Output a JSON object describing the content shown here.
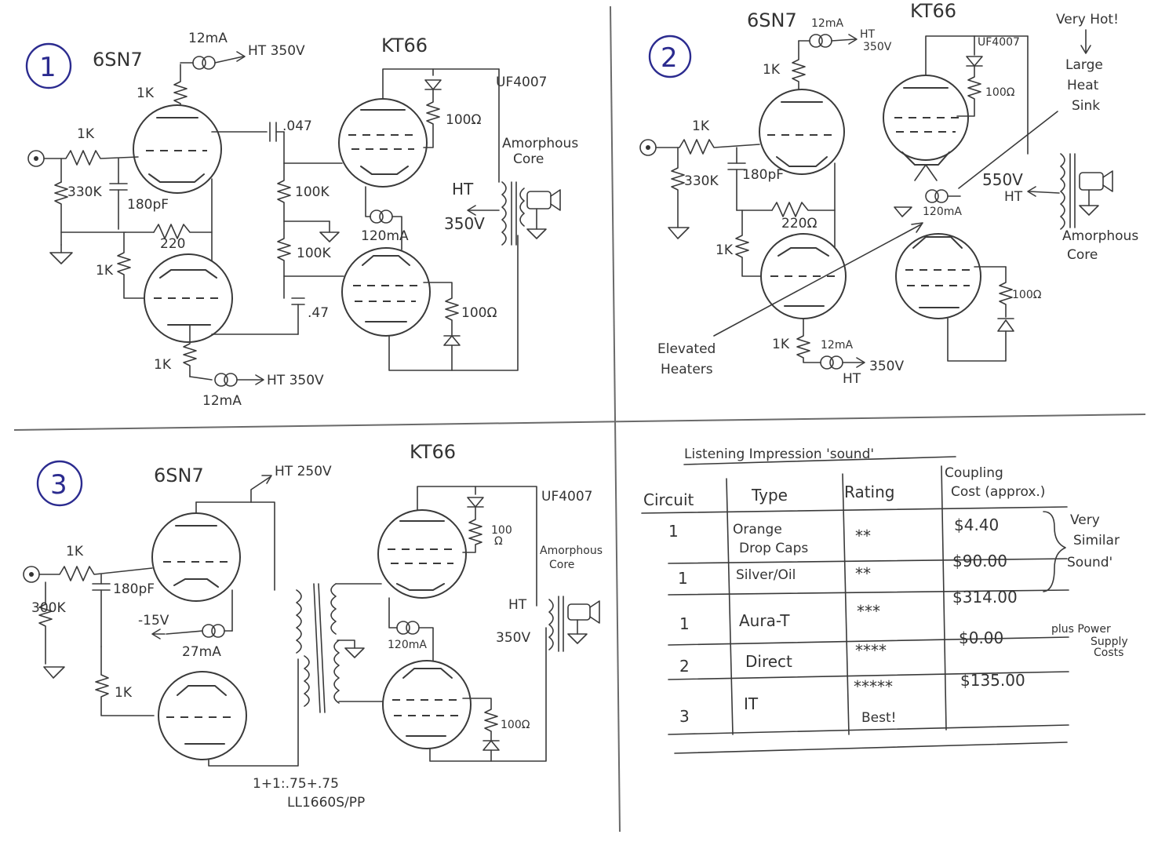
{
  "sections": {
    "c1": {
      "number": "1",
      "driver_tube": "6SN7",
      "output_tube": "KT66",
      "ccs_current_top": "12mA",
      "ht_top": "HT 350V",
      "r_input": "1K",
      "r_grid_leak": "330K",
      "c_input": "180pF",
      "r_anode": "1K",
      "r_feedback": "220",
      "r_lower_grid": "1K",
      "r_cathode": "1K",
      "ccs_current_bottom": "12mA",
      "ht_bottom": "HT 350V",
      "c_coupling_top": ".047",
      "c_coupling_bottom": ".47",
      "r_grid_top": "100K",
      "r_grid_bottom": "100K",
      "ccs_output": "120mA",
      "diode": "UF4007",
      "r_plate": "100Ω",
      "r_cathode_out": "100Ω",
      "ht_output_label": "HT",
      "ht_output_volts": "350V",
      "transformer_line1": "Amorphous",
      "transformer_line2": "Core"
    },
    "c2": {
      "number": "2",
      "driver_tube": "6SN7",
      "output_tube": "KT66",
      "ccs_current_top": "12mA",
      "ht_top_line1": "HT",
      "ht_top_line2": "350V",
      "r_anode": "1K",
      "r_input": "1K",
      "r_grid_leak": "330K",
      "c_input": "180pF",
      "r_feedback": "220Ω",
      "r_lower_grid": "1K",
      "r_cathode": "1K",
      "ccs_current_bottom": "12mA",
      "ht_bottom_line1": "HT",
      "ht_bottom_line2": "350V",
      "diode": "UF4007",
      "r_plate": "100Ω",
      "r_cathode_out": "100Ω",
      "ccs_output": "120mA",
      "ht_output_volts": "550V",
      "ht_output_label": "HT",
      "note_hot_line1": "Very Hot!",
      "note_hot_line2": "Large",
      "note_hot_line3": "Heat",
      "note_hot_line4": "Sink",
      "note_heaters_line1": "Elevated",
      "note_heaters_line2": "Heaters",
      "transformer_line1": "Amorphous",
      "transformer_line2": "Core"
    },
    "c3": {
      "number": "3",
      "driver_tube": "6SN7",
      "output_tube": "KT66",
      "ht_top": "HT 250V",
      "r_input": "1K",
      "r_grid_leak": "300K",
      "c_input": "180pF",
      "bias_voltage": "-15V",
      "ccs_driver": "27mA",
      "r_lower_grid": "1K",
      "ccs_output": "120mA",
      "diode": "UF4007",
      "r_plate_line1": "100",
      "r_plate_line2": "Ω",
      "r_cathode_out": "100Ω",
      "ht_output_label": "HT",
      "ht_output_volts": "350V",
      "transformer_line1": "Amorphous",
      "transformer_line2": "Core",
      "interstage_ratio": "1+1:.75+.75",
      "interstage_model": "LL1660S/PP"
    }
  },
  "table": {
    "title": "Listening Impression 'sound'",
    "headers": {
      "circuit": "Circuit",
      "type": "Type",
      "rating": "Rating",
      "cost_line1": "Coupling",
      "cost_line2": "Cost (approx.)"
    },
    "rows": [
      {
        "circuit": "1",
        "type_line1": "Orange",
        "type_line2": "Drop Caps",
        "rating": "**",
        "cost": "$4.40"
      },
      {
        "circuit": "1",
        "type_line1": "Silver/Oil",
        "type_line2": "",
        "rating": "**",
        "cost": "$90.00"
      },
      {
        "circuit": "1",
        "type_line1": "Aura-T",
        "type_line2": "",
        "rating": "***",
        "cost": "$314.00"
      },
      {
        "circuit": "2",
        "type_line1": "Direct",
        "type_line2": "",
        "rating": "****",
        "cost": "$0.00"
      },
      {
        "circuit": "3",
        "type_line1": "IT",
        "type_line2": "",
        "rating": "*****",
        "rating_note": "Best!",
        "cost": "$135.00"
      }
    ],
    "similar_note_line1": "Very",
    "similar_note_line2": "Similar",
    "similar_note_line3": "Sound'",
    "supply_note_line1": "plus Power",
    "supply_note_line2": "Supply",
    "supply_note_line3": "Costs"
  }
}
